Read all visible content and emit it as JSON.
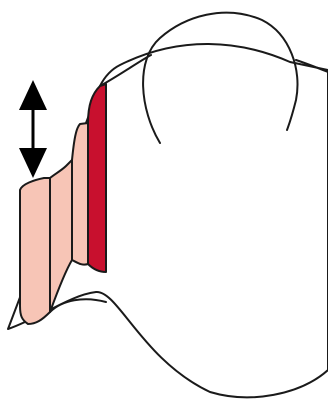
{
  "figure": {
    "shape_colors": {
      "outline": "#1a1a1a",
      "background": "#ffffff",
      "light_layer_fill": "#f7c5b6",
      "dark_layer_fill": "#c8102e",
      "arrow_fill": "#000000"
    },
    "layers": [
      {
        "name": "outer-pink-layer",
        "color": "light_layer_fill"
      },
      {
        "name": "middle-pink-layer",
        "color": "light_layer_fill"
      },
      {
        "name": "inner-pink-layer",
        "color": "light_layer_fill"
      },
      {
        "name": "red-layer",
        "color": "dark_layer_fill"
      }
    ],
    "arrow": {
      "type": "double-headed-vertical"
    }
  }
}
